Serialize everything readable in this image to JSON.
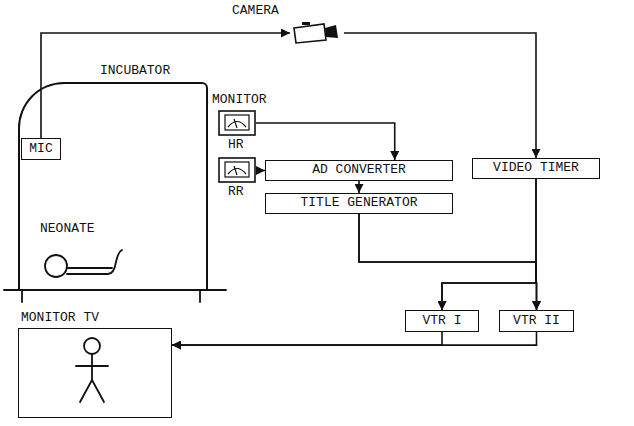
{
  "diagram": {
    "nodes": [
      {
        "text": [
          "INCUBATOR"
        ]
      },
      {
        "text": [
          "MIC"
        ],
        "in": 0
      },
      {
        "text": [
          "CAMERA"
        ]
      },
      {
        "text": [
          "HR"
        ]
      },
      {
        "text": [
          "RR"
        ]
      },
      {
        "text": [
          "VIDEO TIMER"
        ]
      },
      {
        "text": [
          "AD CONVERTER"
        ]
      },
      {
        "text": [
          "TITLE GENERATOR"
        ]
      },
      {
        "text": [
          "MONITOR TV"
        ]
      },
      {
        "text": [
          "VTR I"
        ]
      },
      {
        "text": [
          "VTR II"
        ]
      }
    ],
    "edges": [
      {
        "from": 1,
        "to": 2,
        "arrow": "to"
      },
      {
        "from": 2,
        "to": 5,
        "arrow": "to"
      },
      {
        "from": 3,
        "to": 6,
        "arrow": "to"
      },
      {
        "from": 4,
        "to": 6,
        "arrow": "to"
      },
      {
        "from": 6,
        "to": 7,
        "arrow": "to"
      },
      {
        "from": 5,
        "to": 9,
        "arrow": "to"
      },
      {
        "from": 5,
        "to": 10,
        "arrow": "to"
      },
      {
        "from": 7,
        "to": 9,
        "arrow": "to"
      },
      {
        "from": 7,
        "to": 10,
        "arrow": "to"
      },
      {
        "from": 9,
        "to": 8,
        "arrow": "to"
      },
      {
        "from": 10,
        "to": 8,
        "arrow": "to"
      }
    ],
    "labels": [
      "MONITOR",
      "NEONATE"
    ]
  }
}
